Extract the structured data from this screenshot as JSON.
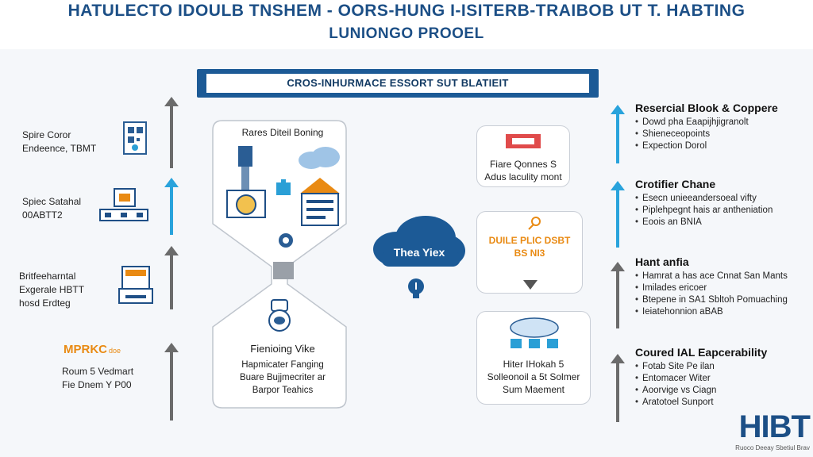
{
  "header": {
    "title": "HATULECTO IDOULB TNSHEM - OORS-HUNG I-ISITERB-TRAIBOB UT T. HABTING",
    "subtitle": "LUNIONGO PROOEL"
  },
  "banner": {
    "label": "CROS-INHURMACE ESSORT SUT BLATIEIT"
  },
  "left_items": [
    {
      "lines": [
        "Spire Coror",
        "Endeence, TBMT"
      ]
    },
    {
      "lines": [
        "Spiec Satahal",
        "00ABTT2"
      ]
    },
    {
      "lines": [
        "Britfeeharntal",
        "Exgerale HBTT",
        "hosd Erdteg"
      ]
    },
    {
      "logo": "MPRKC",
      "logo_suffix": "doe",
      "lines": [
        "Roum 5 Vedmart",
        "Fie Dnem Y P00"
      ]
    }
  ],
  "hourglass": {
    "top_label": "Rares Diteil Boning",
    "bottom_title": "Fienioing Vike",
    "bottom_lines": [
      "Hapmicater Fanging",
      "Buare Bujjmecriter ar",
      "Barpor Teahics"
    ]
  },
  "cloud": {
    "label": "Thea Yiex"
  },
  "mid_cards": [
    {
      "lines": [
        "Fiare Qonnes S",
        "Adus laculity mont"
      ]
    },
    {
      "lines": [
        "DUILE PLIC DSBT",
        "BS NI3"
      ]
    },
    {
      "lines": [
        "Hiter IHokah 5",
        "Solleonoil a 5t Solmer",
        "Sum Maement"
      ]
    }
  ],
  "right_sections": [
    {
      "title": "Resercial Blook & Coppere",
      "items": [
        "Dowd pha Eaapijhjigranolt",
        "Shieneceopoints",
        "Expection Dorol"
      ]
    },
    {
      "title": "Crotifier Chane",
      "items": [
        "Esecn unieeandersoeal vifty",
        "Piplehpegnt hais ar antheniation",
        "Eoois an BNIA"
      ]
    },
    {
      "title": "Hant anfia",
      "items": [
        "Hamrat a has ace Cnnat San Mants",
        "Imilades ericoer",
        "Btepene in SA1 Sbltoh Pomuaching",
        "Ieiatehonnion aBAB"
      ]
    },
    {
      "title": "Coured IAL Eapcerability",
      "items": [
        "Fotab Site Pe ilan",
        "Entomacer Witer",
        "Aoorvige vs Ciagn",
        "Aratotoel Sunport"
      ]
    }
  ],
  "brand": {
    "logo": "HIBT",
    "tagline": "Ruoco Deeay Sbetiul Brav"
  },
  "colors": {
    "primary": "#1c5a96",
    "accent_blue": "#29a3dc",
    "gray_arrow": "#6b6b6b",
    "orange": "#e98a13"
  }
}
